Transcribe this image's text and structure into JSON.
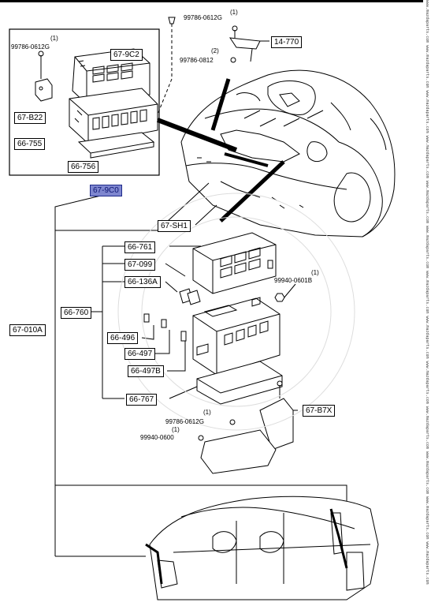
{
  "labels": {
    "p_67_9c2": "67-9C2",
    "p_67_b22": "67-B22",
    "p_66_755": "66-755",
    "p_66_756": "66-756",
    "p_67_9c0": "67-9C0",
    "p_14_770": "14-770",
    "p_67_sh1": "67-SH1",
    "p_66_761": "66-761",
    "p_67_099": "67-099",
    "p_66_136a": "66-136A",
    "p_66_760": "66-760",
    "p_67_010a": "67-010A",
    "p_66_496": "66-496",
    "p_66_497": "66-497",
    "p_66_497b": "66-497B",
    "p_66_767": "66-767",
    "p_67_b7x": "67-B7X"
  },
  "bolts": {
    "b_99786_0612g_left": "99786-0612G",
    "b_99786_0612g_top": "99786-0612G",
    "b_99786_0812": "99786-0812",
    "b_99940_0601b": "99940-0601B",
    "b_99786_0612g_bottom": "99786-0612G",
    "b_99940_0600": "99940-0600"
  },
  "quantities": {
    "q_left": "(1)",
    "q_top": "(1)",
    "q_0812": "(2)",
    "q_0601b": "(1)",
    "q_bottom_0612g": "(1)",
    "q_0600": "(1)"
  },
  "highlight_color": "#7e86cf",
  "sidebar_text": "www.mazdaparts.com"
}
